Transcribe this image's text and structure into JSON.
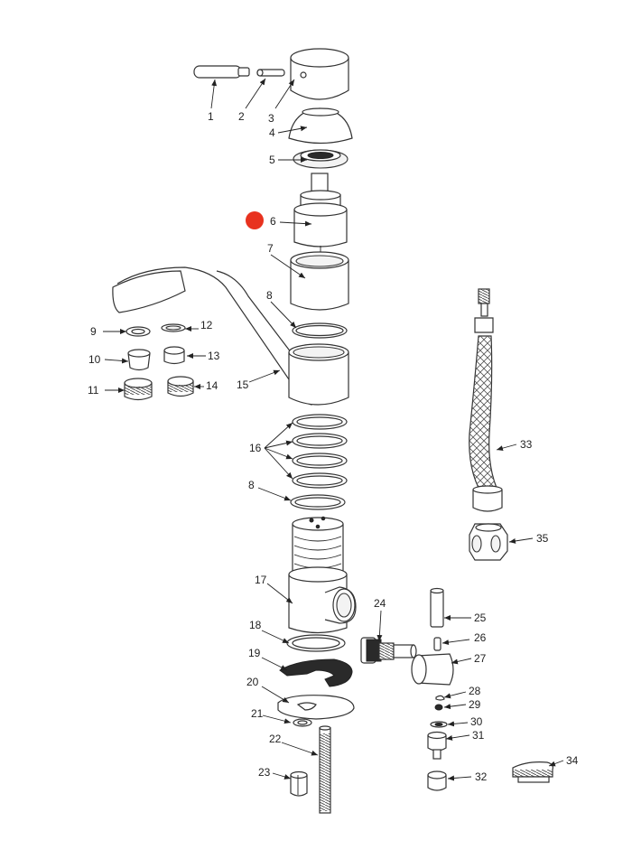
{
  "labels": {
    "p1": "1",
    "p2": "2",
    "p3": "3",
    "p4": "4",
    "p5": "5",
    "p6": "6",
    "p7": "7",
    "p8a": "8",
    "p8b": "8",
    "p9": "9",
    "p10": "10",
    "p11": "11",
    "p12": "12",
    "p13": "13",
    "p14": "14",
    "p15": "15",
    "p16": "16",
    "p17": "17",
    "p18": "18",
    "p19": "19",
    "p20": "20",
    "p21": "21",
    "p22": "22",
    "p23": "23",
    "p24": "24",
    "p25": "25",
    "p26": "26",
    "p27": "27",
    "p28": "28",
    "p29": "29",
    "p30": "30",
    "p31": "31",
    "p32": "32",
    "p33": "33",
    "p34": "34",
    "p35": "35"
  },
  "highlight": {
    "part": "6",
    "color": "#e8321f"
  },
  "colors": {
    "line": "#333333",
    "fill": "#ffffff",
    "accent": "#e8321f"
  }
}
